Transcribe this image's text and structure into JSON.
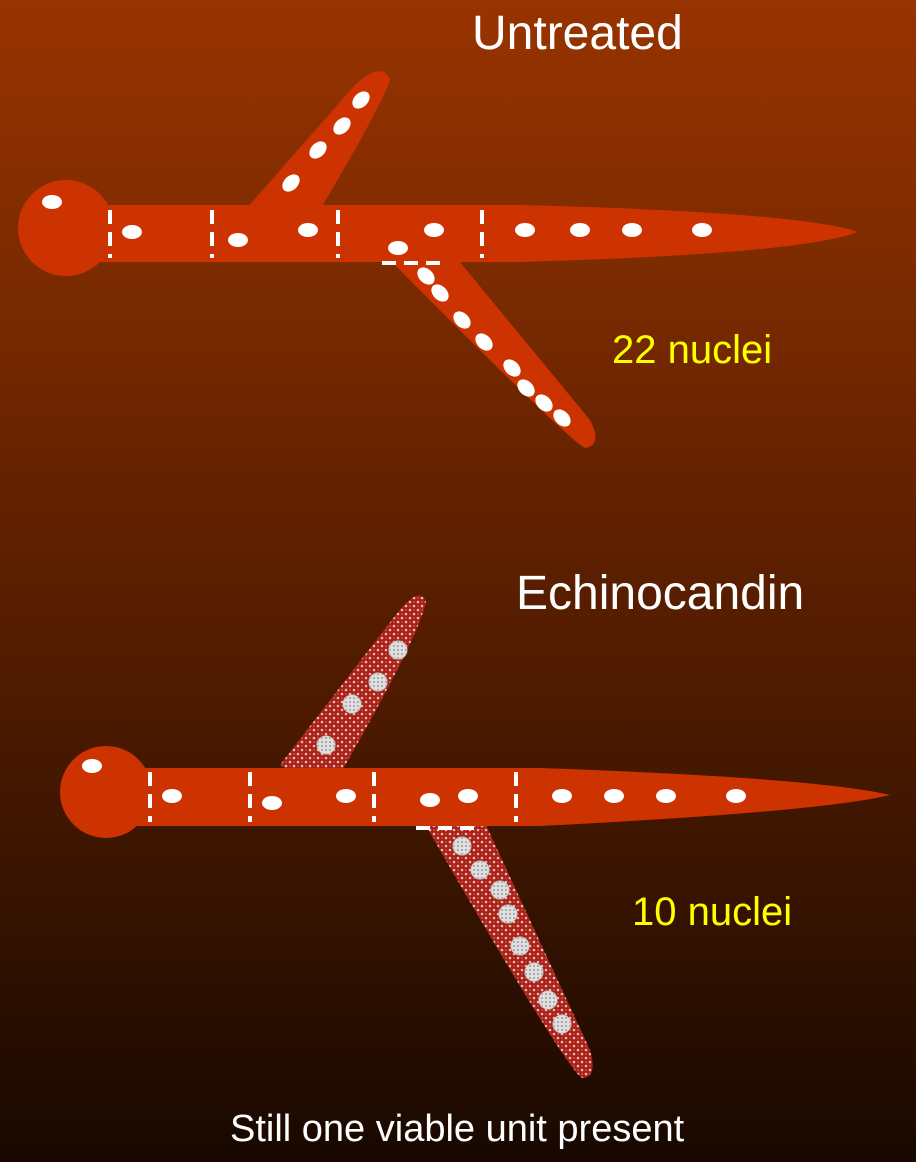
{
  "colors": {
    "hypha": "#cc3300",
    "nucleus": "#ffffff",
    "septum": "#ffffff",
    "count_text": "#ffff00",
    "heading_text": "#ffffff"
  },
  "panels": {
    "untreated": {
      "title": "Untreated",
      "nuclei_label": "22 nuclei"
    },
    "treated": {
      "title": "Echinocandin",
      "nuclei_label": "10 nuclei"
    }
  },
  "caption": "Still one viable unit present"
}
